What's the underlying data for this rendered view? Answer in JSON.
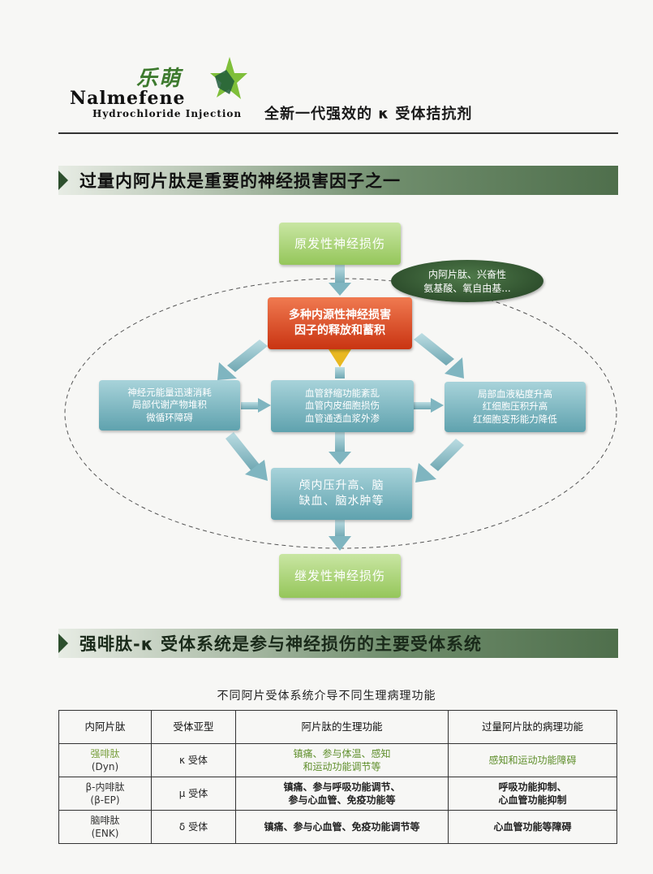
{
  "header": {
    "brand_cn": "乐萌",
    "brand_en": "Nalmefene",
    "brand_sub": "Hydrochloride Injection",
    "tagline": "全新一代强效的 κ 受体拮抗剂",
    "logo_icon": "star-logo-icon"
  },
  "section1": {
    "title": "过量内阿片肽是重要的神经损害因子之一"
  },
  "diagram": {
    "primary": "原发性神经损伤",
    "bubble": [
      "内阿片肽、兴奋性",
      "氨基酸、氧自由基..."
    ],
    "center": [
      "多种内源性神经损害",
      "因子的释放和蓄积"
    ],
    "left": [
      "神经元能量迅速消耗",
      "局部代谢产物堆积",
      "微循环障碍"
    ],
    "middle": [
      "血管舒缩功能紊乱",
      "血管内皮细胞损伤",
      "血管通透血浆外渗"
    ],
    "right": [
      "局部血液粘度升高",
      "红细胞压积升高",
      "红细胞变形能力降低"
    ],
    "bottom": [
      "颅内压升高、脑",
      "缺血、脑水肿等"
    ],
    "secondary": "继发性神经损伤",
    "colors": {
      "green": "#95c65a",
      "red": "#c93412",
      "teal": "#5fa2ae",
      "arrow": "#7fb5c0"
    }
  },
  "section2": {
    "title": "强啡肽-κ 受体系统是参与神经损伤的主要受体系统"
  },
  "table": {
    "caption": "不同阿片受体系统介导不同生理病理功能",
    "headers": [
      "内阿片肽",
      "受体亚型",
      "阿片肽的生理功能",
      "过量阿片肽的病理功能"
    ],
    "rows": [
      {
        "peptide": [
          "强啡肽",
          "(Dyn)"
        ],
        "receptor": "κ 受体",
        "physiology": [
          "镇痛、参与体温、感知",
          "和运动功能调节等"
        ],
        "pathology": [
          "感知和运动功能障碍"
        ]
      },
      {
        "peptide": [
          "β-内啡肽",
          "(β-EP)"
        ],
        "receptor": "μ 受体",
        "physiology": [
          "镇痛、参与呼吸功能调节、",
          "参与心血管、免疫功能等"
        ],
        "pathology": [
          "呼吸功能抑制、",
          "心血管功能抑制"
        ]
      },
      {
        "peptide": [
          "脑啡肽",
          "(ENK)"
        ],
        "receptor": "δ 受体",
        "physiology": [
          "镇痛、参与心血管、免疫功能调节等"
        ],
        "pathology": [
          "心血管功能等障碍"
        ]
      }
    ]
  }
}
